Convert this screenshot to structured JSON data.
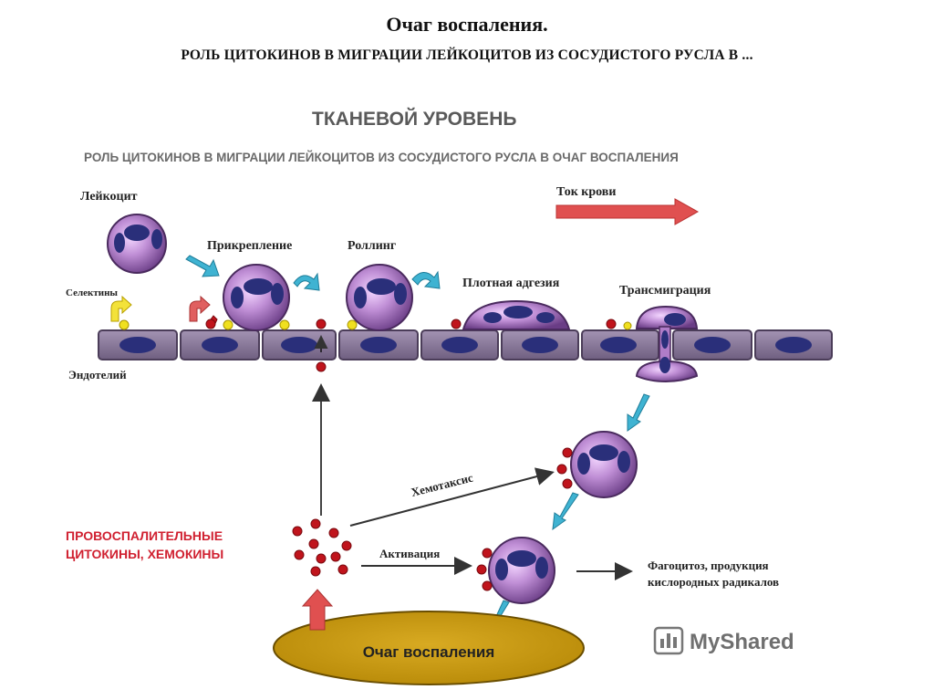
{
  "slide": {
    "title": "Очаг воспаления.",
    "subtitle": "РОЛЬ ЦИТОКИНОВ В МИГРАЦИИ ЛЕЙКОЦИТОВ ИЗ СОСУДИСТОГО РУСЛА В  ..."
  },
  "diagram": {
    "heading": "ТКАНЕВОЙ УРОВЕНЬ",
    "subheading": "РОЛЬ ЦИТОКИНОВ В МИГРАЦИИ ЛЕЙКОЦИТОВ ИЗ СОСУДИСТОГО РУСЛА В ОЧАГ ВОСПАЛЕНИЯ",
    "labels": {
      "leukocyte": "Лейкоцит",
      "attachment": "Прикрепление",
      "rolling": "Роллинг",
      "firm_adhesion": "Плотная адгезия",
      "transmigration": "Трансмиграция",
      "blood_flow": "Ток крови",
      "selectins": "Селектины",
      "endothelium": "Эндотелий",
      "chemotaxis": "Хемотаксис",
      "activation": "Активация",
      "cytokines_line1": "ПРОВОСПАЛИТЕЛЬНЫЕ",
      "cytokines_line2": "ЦИТОКИНЫ, ХЕМОКИНЫ",
      "phagocytosis_line1": "Фагоцитоз, продукция",
      "phagocytosis_line2": "кислородных радикалов",
      "focus": "Очаг воспаления"
    },
    "colors": {
      "heading": "#5a5a5a",
      "subheading": "#6a6a6a",
      "cell_fill": "#9a6fb0",
      "nucleus": "#2a2f7a",
      "endothelium": "#7b6a8c",
      "cytokine_red": "#c0141c",
      "selectin_yellow": "#f0e020",
      "arrow_cyan": "#3fb3d2",
      "arrow_red": "#e06060",
      "focus_fill": "#c89a10",
      "cytokine_text": "#d02030"
    }
  },
  "watermark": {
    "text": "MyShared"
  }
}
